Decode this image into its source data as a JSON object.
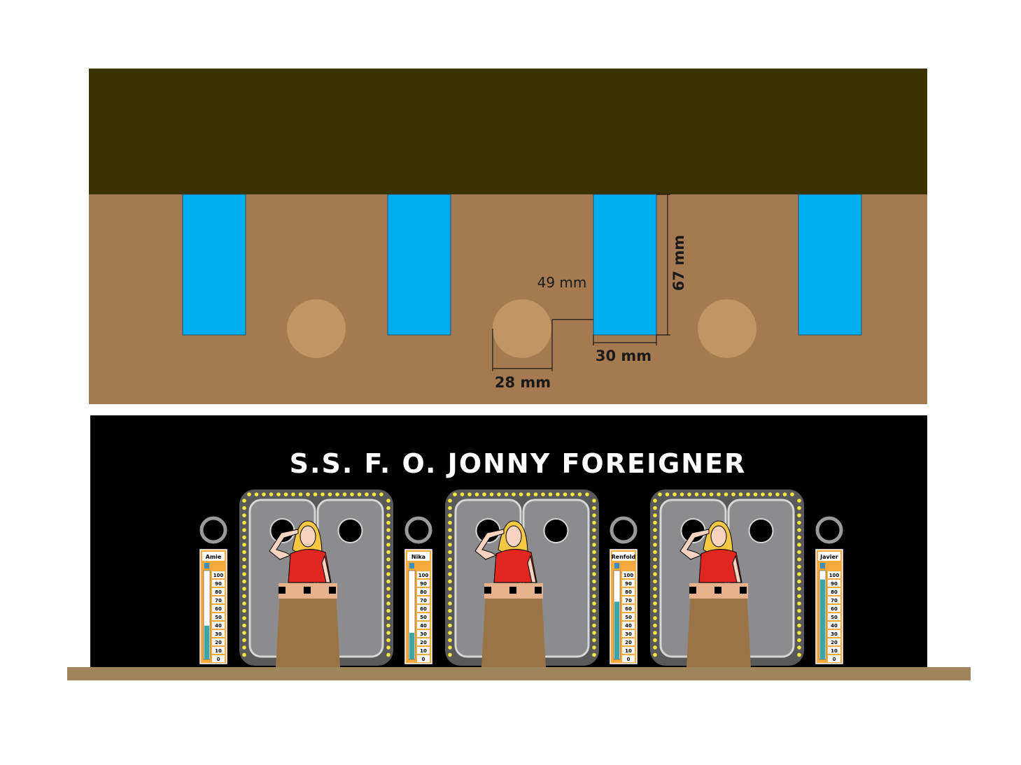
{
  "template": {
    "colors": {
      "top_band": "#3a3200",
      "wall": "#a67a51",
      "window": "#00adef",
      "hole": "#c29565",
      "dim_line": "#1a1a1a"
    },
    "dimensions": {
      "gap_label": "49 mm",
      "height_label": "67 mm",
      "width_label": "30 mm",
      "hole_label": "28 mm"
    }
  },
  "scene": {
    "title": "S.S.  F. O.  JONNY  FOREIGNER",
    "colors": {
      "background": "#000000",
      "floor": "#a0845a",
      "door": "#8c8c8e",
      "door_frame": "#595959",
      "door_inner": "#d6d6d6",
      "bulb": "#f2e640",
      "gauge_bg": "#f6a93d",
      "gauge_fill": "#3aa6a6",
      "figure_dress": "#e0261f",
      "figure_hair": "#f6c740",
      "figure_skin": "#f7d3c0",
      "podium_top": "#e7b18c",
      "podium_body": "#9a7446",
      "portal_ring": "#9a9a9a"
    },
    "meters": [
      {
        "name": "Amie",
        "level": 38
      },
      {
        "name": "Nika",
        "level": 30
      },
      {
        "name": "Renfold",
        "level": 65
      },
      {
        "name": "Javier",
        "level": 90
      }
    ],
    "meter_ticks": [
      "100",
      "90",
      "80",
      "70",
      "60",
      "50",
      "40",
      "30",
      "20",
      "10",
      "0"
    ]
  }
}
